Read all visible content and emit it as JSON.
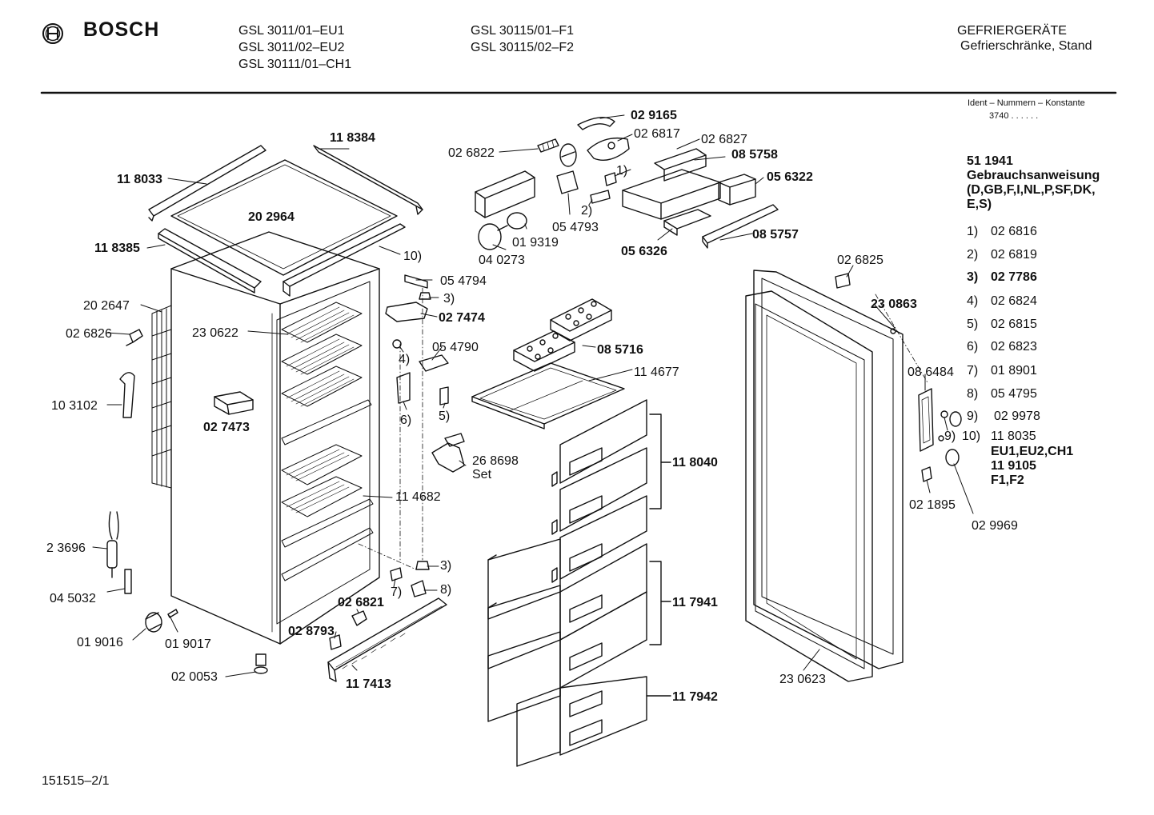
{
  "brand": "BOSCH",
  "models": {
    "col1": [
      "GSL 3011/01–EU1",
      "GSL 3011/02–EU2",
      "GSL 30111/01–CH1"
    ],
    "col2": [
      "GSL 30115/01–F1",
      "GSL 30115/02–F2"
    ]
  },
  "category": {
    "title": "GEFRIERGERÄTE",
    "subtitle": "Gefrierschränke, Stand"
  },
  "ident": {
    "label": "Ident – Nummern – Konstante",
    "value": "3740 . . . . . ."
  },
  "manual": {
    "number": "51 1941",
    "label": "Gebrauchsanweisung",
    "langs": "(D,GB,F,I,NL,P,SF,DK,",
    "langs2": "E,S)"
  },
  "legend": [
    {
      "key": "1)",
      "value": "02 6816"
    },
    {
      "key": "2)",
      "value": "02 6819"
    },
    {
      "key": "3)",
      "value": "02 7786"
    },
    {
      "key": "4)",
      "value": "02 6824"
    },
    {
      "key": "5)",
      "value": "02 6815"
    },
    {
      "key": "6)",
      "value": "02 6823"
    },
    {
      "key": "7)",
      "value": "01 8901"
    },
    {
      "key": "8)",
      "value": "05 4795"
    },
    {
      "key": "9)",
      "value": "02 9978"
    },
    {
      "key": "10)",
      "value": "11 8035"
    }
  ],
  "legend_extra": [
    "EU1,EU2,CH1",
    "11 9105",
    "F1,F2"
  ],
  "parts": {
    "p118033": "11 8033",
    "p118384": "11 8384",
    "p202964": "20 2964",
    "p118385": "11 8385",
    "p10": "10)",
    "p202647": "20 2647",
    "p026826": "02 6826",
    "p230622": "23 0622",
    "p103102": "10 3102",
    "p027473": "02 7473",
    "p23696": "2 3696",
    "p045032": "04 5032",
    "p019016": "01 9016",
    "p019017": "01 9017",
    "p020053": "02 0053",
    "p028793": "02 8793",
    "p026821": "02 6821",
    "p117413": "11 7413",
    "p054794": "05 4794",
    "p3a": "3)",
    "p027474": "02 7474",
    "p4": "4)",
    "p054790": "05 4790",
    "p6": "6)",
    "p5": "5)",
    "p268698": "26 8698",
    "pset": "Set",
    "p114682": "11 4682",
    "p3b": "3)",
    "p7": "7)",
    "p8": "8)",
    "p029165": "02 9165",
    "p026817": "02 6817",
    "p026827": "02 6827",
    "p026822": "02 6822",
    "p085758": "08 5758",
    "p1": "1)",
    "p056322": "05 6322",
    "p2": "2)",
    "p054793": "05 4793",
    "p019319": "01 9319",
    "p040273": "04 0273",
    "p056326": "05 6326",
    "p085757": "08 5757",
    "p085716": "08 5716",
    "p114677": "11 4677",
    "p118040": "11 8040",
    "p117941": "11 7941",
    "p117942": "11 7942",
    "p026825": "02 6825",
    "p230863": "23 0863",
    "p086484": "08 6484",
    "p9": "9)",
    "p10b": "10)",
    "p021895": "02 1895",
    "p029969": "02 9969",
    "p230623": "23 0623"
  },
  "footer": "151515–2/1"
}
